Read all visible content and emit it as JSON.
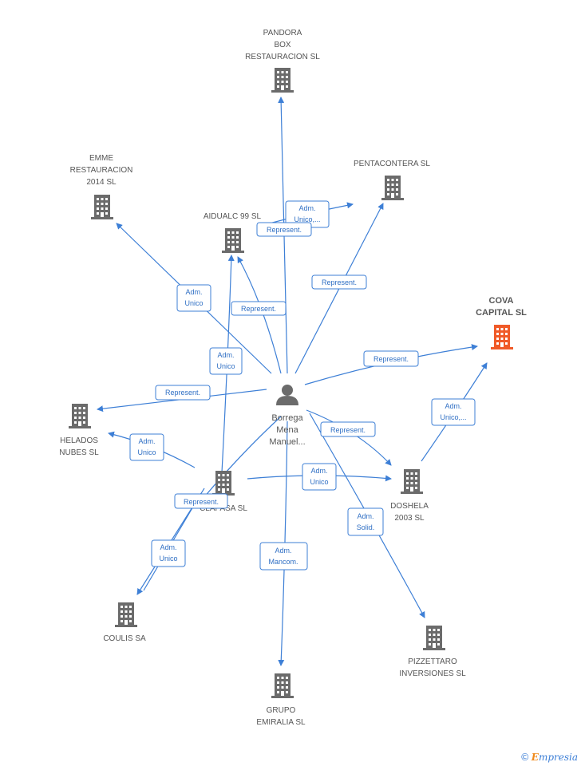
{
  "center_person": {
    "icon": "person-icon",
    "label_lines": [
      "Borrega",
      "Mena",
      "Manuel..."
    ]
  },
  "colors": {
    "edge": "#3d7fd6",
    "building": "#6b6b6b",
    "highlight_building": "#f05a28"
  },
  "companies": [
    {
      "id": "pandora",
      "lines": [
        "PANDORA",
        "BOX",
        "RESTAURACION SL"
      ],
      "highlight": false
    },
    {
      "id": "emme",
      "lines": [
        "EMME",
        "RESTAURACION",
        "2014  SL"
      ],
      "highlight": false
    },
    {
      "id": "pentacontera",
      "lines": [
        "PENTACONTERA SL"
      ],
      "highlight": false
    },
    {
      "id": "aidualc",
      "lines": [
        "AIDUALC 99 SL"
      ],
      "highlight": false
    },
    {
      "id": "cova",
      "lines": [
        "COVA",
        "CAPITAL SL"
      ],
      "highlight": true
    },
    {
      "id": "helados",
      "lines": [
        "HELADOS",
        "NUBES SL"
      ],
      "highlight": false
    },
    {
      "id": "clapasa",
      "lines": [
        "CLAPASA SL"
      ],
      "highlight": false
    },
    {
      "id": "doshela",
      "lines": [
        "DOSHELA",
        "2003 SL"
      ],
      "highlight": false
    },
    {
      "id": "coulis",
      "lines": [
        "COULIS SA"
      ],
      "highlight": false
    },
    {
      "id": "pizzettaro",
      "lines": [
        "PIZZETTARO",
        "INVERSIONES SL"
      ],
      "highlight": false
    },
    {
      "id": "grupo",
      "lines": [
        "GRUPO",
        "EMIRALIA  SL"
      ],
      "highlight": false
    }
  ],
  "relations": [
    {
      "id": "r-pandora",
      "lines": [
        "Adm.",
        "Unico,..."
      ]
    },
    {
      "id": "r-pentacontera-top",
      "lines": [
        "Represent."
      ]
    },
    {
      "id": "r-pentacontera",
      "lines": [
        "Represent."
      ]
    },
    {
      "id": "r-emme",
      "lines": [
        "Adm.",
        "Unico"
      ]
    },
    {
      "id": "r-aidualc-person",
      "lines": [
        "Represent."
      ]
    },
    {
      "id": "r-aidualc-clapasa",
      "lines": [
        "Adm.",
        "Unico"
      ]
    },
    {
      "id": "r-cova",
      "lines": [
        "Represent."
      ]
    },
    {
      "id": "r-cova-doshela",
      "lines": [
        "Adm.",
        "Unico,..."
      ]
    },
    {
      "id": "r-helados-person",
      "lines": [
        "Represent."
      ]
    },
    {
      "id": "r-helados-clapasa",
      "lines": [
        "Adm.",
        "Unico"
      ]
    },
    {
      "id": "r-doshela-person",
      "lines": [
        "Represent."
      ]
    },
    {
      "id": "r-doshela-clapasa",
      "lines": [
        "Adm.",
        "Unico"
      ]
    },
    {
      "id": "r-clapasa-person",
      "lines": [
        "Represent."
      ]
    },
    {
      "id": "r-coulis",
      "lines": [
        "Adm.",
        "Unico"
      ]
    },
    {
      "id": "r-grupo",
      "lines": [
        "Adm.",
        "Mancom."
      ]
    },
    {
      "id": "r-pizzettaro",
      "lines": [
        "Adm.",
        "Solid."
      ]
    }
  ],
  "footer": {
    "copyright_symbol": "©",
    "brand_first": "E",
    "brand_rest": "mpresia"
  }
}
